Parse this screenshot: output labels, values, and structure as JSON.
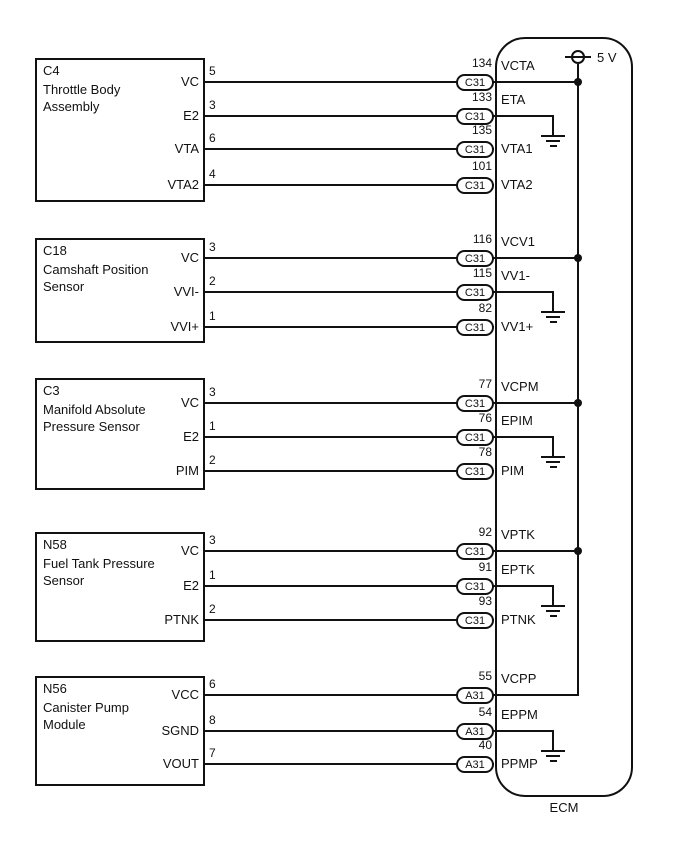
{
  "ecm": {
    "label": "ECM",
    "supply": "5 V"
  },
  "colors": {
    "line": "#111111",
    "background": "#ffffff"
  },
  "sensors": [
    {
      "id": "C4",
      "name": "Throttle Body Assembly",
      "rows": [
        {
          "pin": "5",
          "port": "VC",
          "ecm_pin": "134",
          "conn": "C31",
          "signal": "VCTA",
          "net": "5v"
        },
        {
          "pin": "3",
          "port": "E2",
          "ecm_pin": "133",
          "conn": "C31",
          "signal": "ETA",
          "net": "ground"
        },
        {
          "pin": "6",
          "port": "VTA",
          "ecm_pin": "135",
          "conn": "C31",
          "signal": "VTA1",
          "net": ""
        },
        {
          "pin": "4",
          "port": "VTA2",
          "ecm_pin": "101",
          "conn": "C31",
          "signal": "VTA2",
          "net": ""
        }
      ]
    },
    {
      "id": "C18",
      "name": "Camshaft Position Sensor",
      "rows": [
        {
          "pin": "3",
          "port": "VC",
          "ecm_pin": "116",
          "conn": "C31",
          "signal": "VCV1",
          "net": "5v"
        },
        {
          "pin": "2",
          "port": "VVI-",
          "ecm_pin": "115",
          "conn": "C31",
          "signal": "VV1-",
          "net": "ground"
        },
        {
          "pin": "1",
          "port": "VVI+",
          "ecm_pin": "82",
          "conn": "C31",
          "signal": "VV1+",
          "net": ""
        }
      ]
    },
    {
      "id": "C3",
      "name": "Manifold Absolute Pressure Sensor",
      "rows": [
        {
          "pin": "3",
          "port": "VC",
          "ecm_pin": "77",
          "conn": "C31",
          "signal": "VCPM",
          "net": "5v"
        },
        {
          "pin": "1",
          "port": "E2",
          "ecm_pin": "76",
          "conn": "C31",
          "signal": "EPIM",
          "net": "ground"
        },
        {
          "pin": "2",
          "port": "PIM",
          "ecm_pin": "78",
          "conn": "C31",
          "signal": "PIM",
          "net": ""
        }
      ]
    },
    {
      "id": "N58",
      "name": "Fuel Tank Pressure Sensor",
      "rows": [
        {
          "pin": "3",
          "port": "VC",
          "ecm_pin": "92",
          "conn": "C31",
          "signal": "VPTK",
          "net": "5v"
        },
        {
          "pin": "1",
          "port": "E2",
          "ecm_pin": "91",
          "conn": "C31",
          "signal": "EPTK",
          "net": "ground"
        },
        {
          "pin": "2",
          "port": "PTNK",
          "ecm_pin": "93",
          "conn": "C31",
          "signal": "PTNK",
          "net": ""
        }
      ]
    },
    {
      "id": "N56",
      "name": "Canister Pump Module",
      "rows": [
        {
          "pin": "6",
          "port": "VCC",
          "ecm_pin": "55",
          "conn": "A31",
          "signal": "VCPP",
          "net": "5v"
        },
        {
          "pin": "8",
          "port": "SGND",
          "ecm_pin": "54",
          "conn": "A31",
          "signal": "EPPM",
          "net": "ground"
        },
        {
          "pin": "7",
          "port": "VOUT",
          "ecm_pin": "40",
          "conn": "A31",
          "signal": "PPMP",
          "net": ""
        }
      ]
    }
  ]
}
